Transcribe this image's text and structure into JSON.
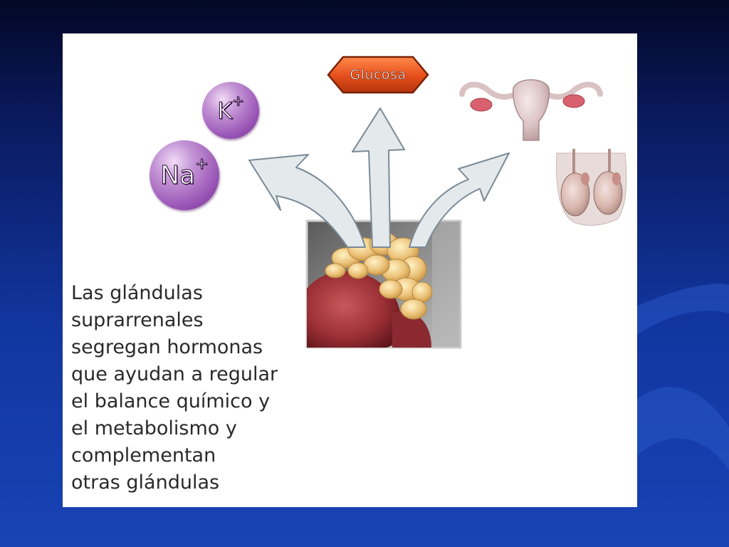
{
  "slide": {
    "ions": {
      "potassium": {
        "symbol": "K",
        "charge": "+"
      },
      "sodium": {
        "symbol": "Na",
        "charge": "+"
      }
    },
    "glucose_label": "Glucosa",
    "caption_lines": [
      "Las glándulas",
      "suprarrenales",
      "segregan hormonas",
      "que ayudan a regular",
      "el balance químico y",
      "el metabolismo y",
      "complementan",
      "otras glándulas"
    ]
  },
  "colors": {
    "background_top": "#030826",
    "background_bottom": "#1843b4",
    "panel": "#ffffff",
    "ion": "#9a55b6",
    "glucose_hexagon": "#e8521e",
    "arrow_fill": "#e4e9ec",
    "caption_text": "#2a2a2a"
  }
}
